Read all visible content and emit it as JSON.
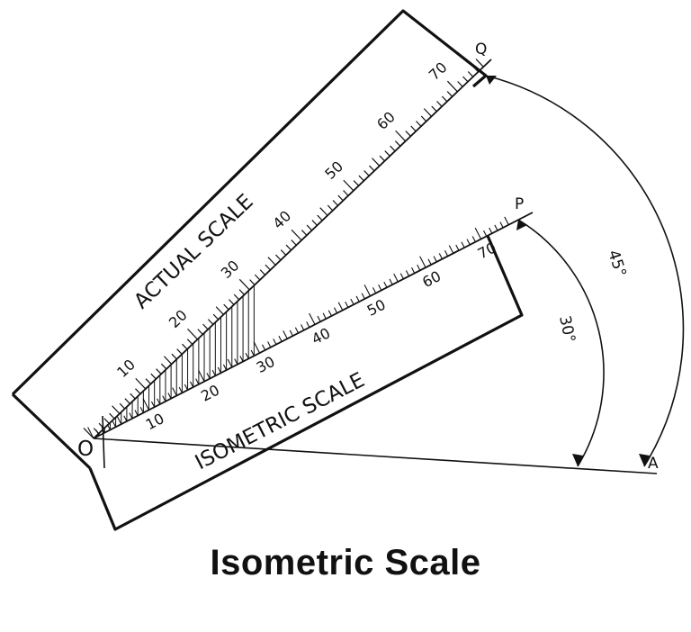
{
  "caption": "Isometric Scale",
  "points": {
    "origin": "O",
    "actual_end": "Q",
    "iso_end": "P",
    "base_end": "A"
  },
  "actual_scale": {
    "label": "ACTUAL SCALE",
    "max": 75,
    "tick_labels": [
      "10",
      "20",
      "30",
      "40",
      "50",
      "60",
      "70"
    ]
  },
  "isometric_scale": {
    "label": "ISOMETRIC SCALE",
    "max": 75,
    "tick_labels": [
      "10",
      "20",
      "30",
      "40",
      "50",
      "60",
      "70"
    ]
  },
  "angles": {
    "small": "30°",
    "large": "45°"
  },
  "colors": {
    "ink": "#111111",
    "paper": "#ffffff"
  }
}
